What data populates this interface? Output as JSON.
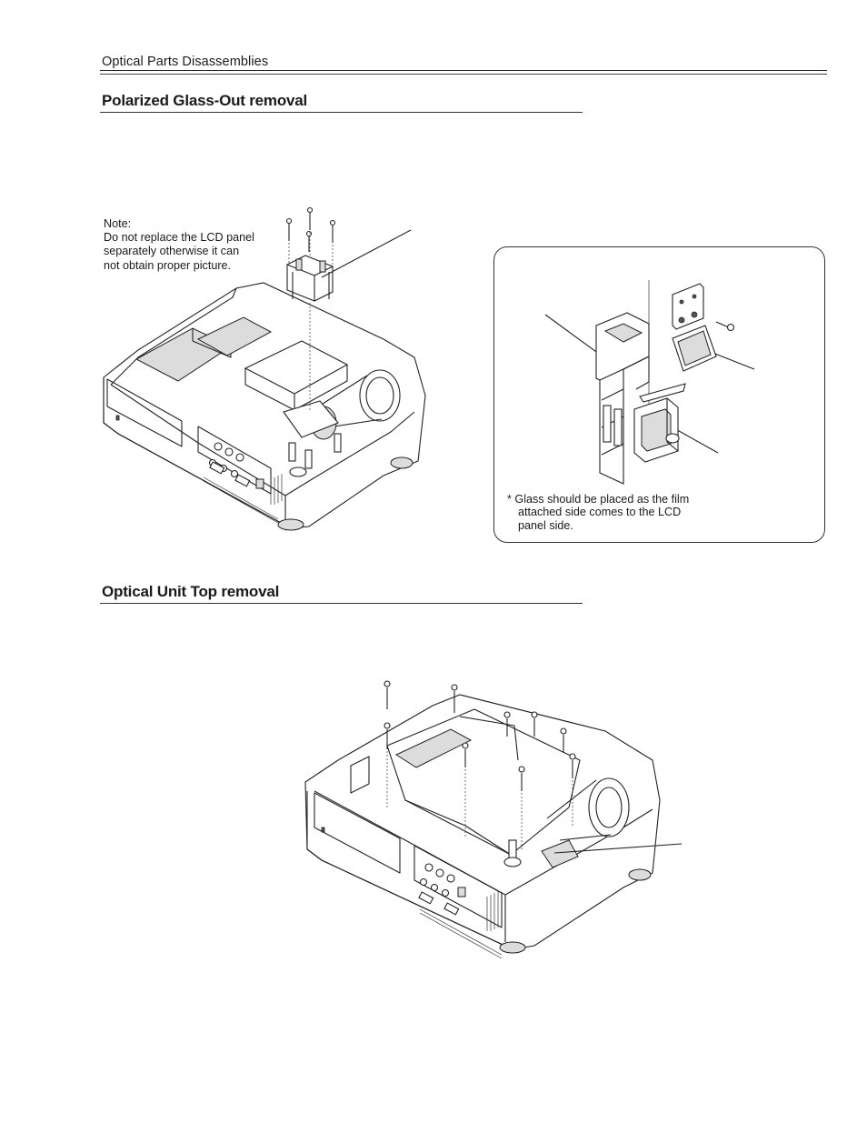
{
  "header": {
    "running_title": "Optical Parts Disassemblies"
  },
  "sections": [
    {
      "title": "Polarized Glass-Out removal"
    },
    {
      "title": "Optical Unit Top removal"
    }
  ],
  "note": {
    "lines": [
      "Note:",
      "Do not replace the LCD panel",
      "separately otherwise it can",
      "not obtain proper picture."
    ]
  },
  "inset": {
    "footnote_lines": [
      "* Glass should be placed as the film",
      "attached side comes to the LCD",
      "panel side."
    ]
  },
  "figures": [
    {
      "icon": "projector-glass-out-illustration"
    },
    {
      "icon": "lcd-panel-glass-detail-illustration"
    },
    {
      "icon": "projector-optical-unit-top-illustration"
    }
  ]
}
